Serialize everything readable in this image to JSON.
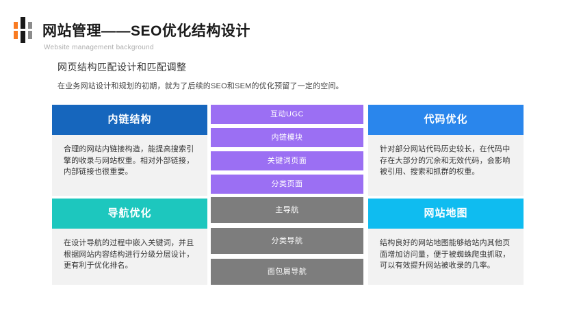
{
  "header": {
    "title": "网站管理——SEO优化结构设计",
    "subtitle": "Website management background"
  },
  "section": {
    "heading": "网页结构匹配设计和匹配调整",
    "intro": "在业务网站设计和规划的初期，就为了后续的SEO和SEM的优化预留了一定的空间。"
  },
  "colors": {
    "left_top_header": "#1666bd",
    "left_bottom_header": "#1dc7be",
    "middle_top_button": "#9b6ff3",
    "middle_bottom_button": "#7d7d7d",
    "right_top_header": "#2a86ec",
    "right_bottom_header": "#0fbcf0",
    "card_body_bg": "#f2f2f2",
    "logo_orange": "#f97b22"
  },
  "columns": {
    "left": {
      "cards": [
        {
          "title": "内链结构",
          "body": "合理的网站内链接构造，能提高搜索引擎的收录与网站权重。相对外部链接，内部链接也很重要。"
        },
        {
          "title": "导航优化",
          "body": "在设计导航的过程中嵌入关键词，并且根据网站内容结构进行分级分层设计，更有利于优化排名。"
        }
      ]
    },
    "middle": {
      "top_buttons": [
        "互动UGC",
        "内链模块",
        "关键词页面",
        "分类页面"
      ],
      "bottom_buttons": [
        "主导航",
        "分类导航",
        "面包屑导航"
      ]
    },
    "right": {
      "cards": [
        {
          "title": "代码优化",
          "body": "针对部分网站代码历史较长，在代码中存在大部分的冗余和无效代码，会影响被引用、搜索和抓群的权重。"
        },
        {
          "title": "网站地图",
          "body": "结构良好的网站地图能够给站内其他页面增加访问量，便于被蜘蛛爬虫抓取，可以有效提升网站被收录的几率。"
        }
      ]
    }
  }
}
